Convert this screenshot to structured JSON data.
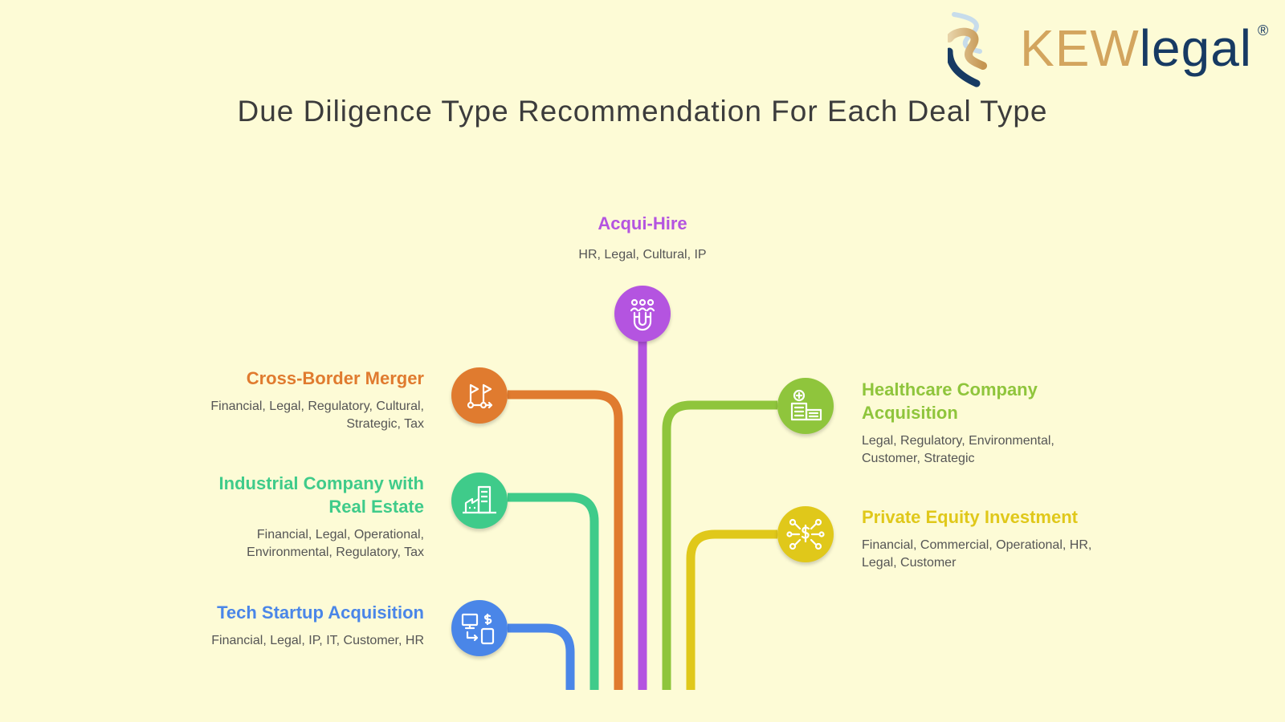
{
  "brand": {
    "name_part1": "KEW",
    "name_part2": "legal",
    "registered": "®"
  },
  "title": "Due Diligence Type Recommendation For Each Deal Type",
  "colors": {
    "background": "#fdfbd6",
    "acqui_hire": "#b454e0",
    "cross_border": "#e07b2f",
    "industrial": "#3fcb8a",
    "tech_startup": "#4a86e8",
    "healthcare": "#8fc53c",
    "private_equity": "#e0c81a"
  },
  "deals": {
    "acqui_hire": {
      "title": "Acqui-Hire",
      "types": "HR, Legal, Cultural, IP",
      "icon": "magnet-people-icon"
    },
    "cross_border": {
      "title": "Cross-Border Merger",
      "types": "Financial, Legal, Regulatory, Cultural, Strategic, Tax",
      "icon": "flags-route-icon"
    },
    "industrial": {
      "title": "Industrial Company with Real Estate",
      "types": "Financial, Legal, Operational, Environmental, Regulatory, Tax",
      "icon": "factory-building-icon"
    },
    "tech_startup": {
      "title": "Tech Startup Acquisition",
      "types": "Financial, Legal, IP, IT, Customer, HR",
      "icon": "computer-exchange-icon"
    },
    "healthcare": {
      "title": "Healthcare Company Acquisition",
      "types": "Legal, Regulatory, Environmental, Customer, Strategic",
      "icon": "hospital-icon"
    },
    "private_equity": {
      "title": "Private Equity Investment",
      "types": "Financial, Commercial, Operational, HR, Legal, Customer",
      "icon": "dollar-network-icon"
    }
  }
}
